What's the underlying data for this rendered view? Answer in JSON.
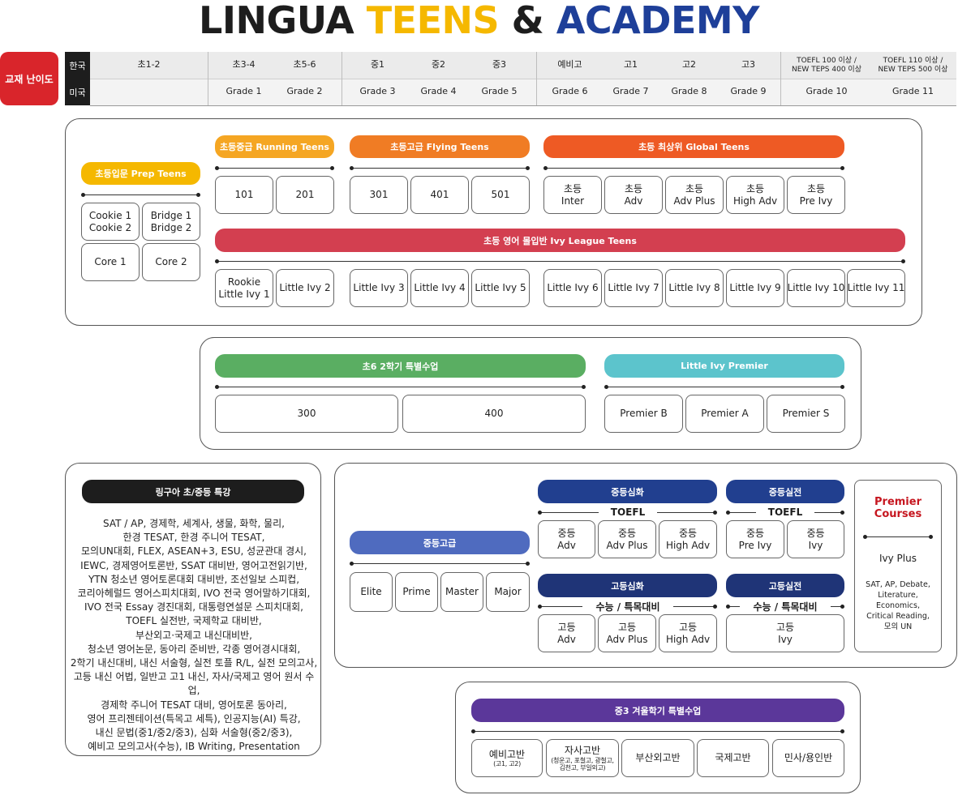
{
  "title": {
    "part1": "LINGUA ",
    "part2": "TEENS",
    "part3": " & ",
    "part4": "ACADEMY"
  },
  "difficulty": {
    "badge": "교재 난이도",
    "kr_label": "한국",
    "us_label": "미국",
    "kr": [
      "초1-2",
      "초3-4",
      "초5-6",
      "중1",
      "중2",
      "중3",
      "예비고",
      "고1",
      "고2",
      "고3",
      "TOEFL 100 이상 /\nNEW TEPS 400 이상",
      "TOEFL 110 이상 /\nNEW TEPS 500 이상"
    ],
    "us": [
      "Grade 1",
      "Grade 2",
      "Grade 3",
      "Grade 4",
      "Grade 5",
      "Grade 6",
      "Grade 7",
      "Grade 8",
      "Grade 9",
      "Grade 10",
      "Grade 11"
    ]
  },
  "elementary": {
    "prep": {
      "label": "초등입문 Prep Teens",
      "boxes": [
        "Cookie 1\nCookie 2",
        "Bridge 1\nBridge 2",
        "Core 1",
        "Core 2"
      ]
    },
    "running": {
      "label": "초등중급 Running Teens",
      "boxes": [
        "101",
        "201"
      ]
    },
    "flying": {
      "label": "초등고급 Flying Teens",
      "boxes": [
        "301",
        "401",
        "501"
      ]
    },
    "global": {
      "label": "초등 최상위 Global Teens",
      "boxes": [
        "초등\nInter",
        "초등\nAdv",
        "초등\nAdv Plus",
        "초등\nHigh Adv",
        "초등\nPre Ivy"
      ]
    },
    "ivy": {
      "label": "초등 영어 몰입반 Ivy League Teens",
      "boxes": [
        "Rookie\nLittle Ivy 1",
        "Little Ivy 2",
        "Little Ivy 3",
        "Little Ivy 4",
        "Little Ivy 5",
        "Little Ivy 6",
        "Little Ivy 7",
        "Little Ivy 8",
        "Little Ivy 9",
        "Little Ivy 10",
        "Little Ivy 11"
      ]
    }
  },
  "special6": {
    "label": "초6 2학기 특별수업",
    "boxes": [
      "300",
      "400"
    ],
    "premier_label": "Little Ivy Premier",
    "premier_boxes": [
      "Premier B",
      "Premier A",
      "Premier S"
    ]
  },
  "lingua_special": {
    "label": "링구아 초/중등 특강",
    "lines": [
      "SAT / AP, 경제학, 세계사, 생물, 화학, 물리,",
      "한경 TESAT, 한경 주니어 TESAT,",
      "모의UN대회, FLEX, ASEAN+3, ESU, 성균관대 경시,",
      "IEWC, 경제영어토론반, SSAT 대비반, 영어고전읽기반,",
      "YTN 청소년 영어토론대회 대비반, 조선일보 스피컵,",
      "코리아헤럴드 영어스피치대회, IVO 전국 영어말하기대회,",
      "IVO 전국 Essay 경진대회, 대통령연설문 스피치대회,",
      "TOEFL 실전반, 국제학교 대비반,",
      "부산외고·국제고 내신대비반,",
      "청소년 영어논문, 동아리 준비반, 각종 영어경시대회,",
      "2학기 내신대비, 내신 서술형, 실전 토플 R/L, 실전 모의고사,",
      "고등 내신 어법, 일반고 고1 내신, 자사/국제고 영어 원서 수업,",
      "경제학 주니어 TESAT 대비, 영어토론 동아리,",
      "영어 프리젠테이션(특목고 세특), 인공지능(AI) 특강,",
      "내신 문법(중1/중2/중3), 심화 서술형(중2/중3),",
      "예비고 모의고사(수능), IB Writing, Presentation"
    ]
  },
  "middle_high": {
    "mid_adv": {
      "label": "중등고급",
      "boxes": [
        "Elite",
        "Prime",
        "Master",
        "Major"
      ]
    },
    "mid_deep": {
      "label": "중등심화",
      "sub": "TOEFL",
      "boxes": [
        "중등\nAdv",
        "중등\nAdv Plus",
        "중등\nHigh Adv"
      ]
    },
    "mid_real": {
      "label": "중등실전",
      "sub": "TOEFL",
      "boxes": [
        "중등\nPre Ivy",
        "중등\nIvy"
      ]
    },
    "high_deep": {
      "label": "고등심화",
      "sub": "수능 / 특목대비",
      "boxes": [
        "고등\nAdv",
        "고등\nAdv Plus",
        "고등\nHigh Adv"
      ]
    },
    "high_real": {
      "label": "고등실전",
      "sub": "수능 / 특목대비",
      "boxes": [
        "고등\nIvy"
      ]
    },
    "premier": {
      "title": "Premier\nCourses",
      "name": "Ivy Plus",
      "desc": "SAT, AP, Debate,\nLiterature,\nEconomics,\nCritical Reading,\n모의 UN"
    }
  },
  "winter": {
    "label": "중3 겨울학기 특별수업",
    "boxes": [
      {
        "main": "예비고반",
        "sub": "(고1, 고2)"
      },
      {
        "main": "자사고반",
        "sub": "(청운고, 포철고, 광철고,\n김천고, 부일외고)"
      },
      {
        "main": "부산외고반",
        "sub": ""
      },
      {
        "main": "국제고반",
        "sub": ""
      },
      {
        "main": "민사/용인반",
        "sub": ""
      }
    ]
  },
  "colors": {
    "prep": "#f5b800",
    "running": "#f5a623",
    "flying": "#f07c24",
    "global": "#ee5a24",
    "ivy": "#d33f50",
    "special6": "#5aae62",
    "premier": "#5cc4cc",
    "special": "#1d1d1d",
    "mid_adv": "#4f6bbf",
    "navy": "#213f8f",
    "navy_dark": "#1f3477",
    "winter": "#5b379a",
    "badge": "#d9252b"
  }
}
